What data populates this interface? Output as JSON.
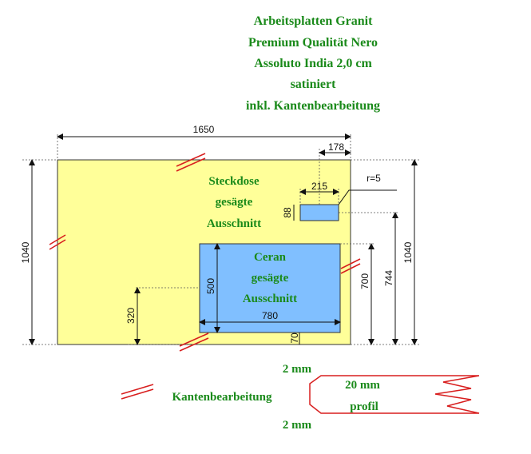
{
  "title": {
    "line1": "Arbeitsplatten Granit",
    "line2": "Premium Qualität Nero",
    "line3": "Assoluto India 2,0 cm",
    "line4": "satiniert",
    "line5": "inkl. Kantenbearbeitung"
  },
  "labels": {
    "socket": [
      "Steckdose",
      "gesägte",
      "Ausschnitt"
    ],
    "ceran": [
      "Ceran",
      "gesägte",
      "Ausschnitt"
    ]
  },
  "dimensions": {
    "width": "1650",
    "height_left": "1040",
    "height_right": "1040",
    "socket_offset_right": "178",
    "socket_width": "215",
    "socket_height": "88",
    "socket_radius": "r=5",
    "socket_from_bottom": "744",
    "ceran_top_from_bottom": "700",
    "ceran_width": "780",
    "ceran_height": "500",
    "ceran_left_offset": "320",
    "ceran_bottom_offset": "70"
  },
  "legend": {
    "edge_label": "Kantenbearbeitung",
    "top_mm": "2 mm",
    "bottom_mm": "2 mm",
    "profile_line1": "20 mm",
    "profile_line2": "profil"
  },
  "colors": {
    "slab": "#ffff99",
    "cutout": "#80bfff",
    "text_green": "#1a8a1a",
    "edge_red": "#d81e1e"
  }
}
